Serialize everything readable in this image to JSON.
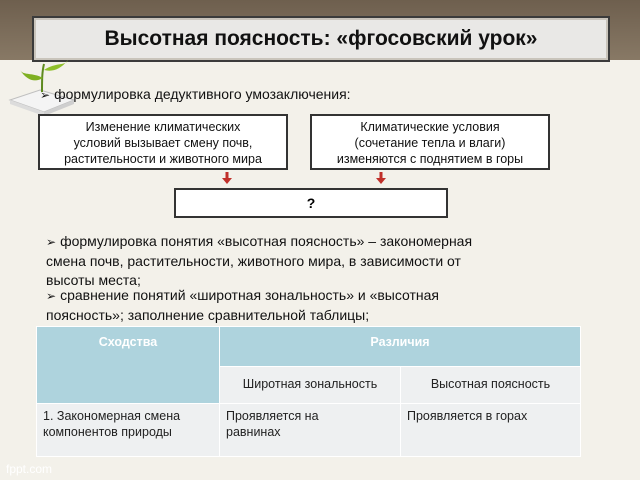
{
  "title": "Высотная поясность: «фгосовский урок»",
  "bullets": {
    "b1": "формулировка дедуктивного  умозаключения:",
    "b2_l1": "формулировка понятия «высотная поясность» – закономерная",
    "b2_l2": "смена почв, растительности, животного мира, в зависимости от",
    "b2_l3": "высоты места;",
    "b3_l1": "сравнение понятий «широтная зональность» и «высотная",
    "b3_l2": "поясность»; заполнение сравнительной таблицы;"
  },
  "boxes": {
    "left_l1": "Изменение климатических",
    "left_l2": "условий вызывает смену почв,",
    "left_l3": "растительности и животного мира",
    "right_l1": "Климатические условия",
    "right_l2": "(сочетание тепла и влаги)",
    "right_l3": "изменяются с поднятием в горы",
    "question": "?"
  },
  "table": {
    "h_similar": "Сходства",
    "h_diff": "Различия",
    "sub_lat": "Широтная зональность",
    "sub_alt": "Высотная поясность",
    "row1_c1_l1": "1. Закономерная смена",
    "row1_c1_l2": "компонентов природы",
    "row1_c2_l1": "Проявляется на",
    "row1_c2_l2": "равнинах",
    "row1_c3": "Проявляется в горах"
  },
  "footer": "fppt.com",
  "colors": {
    "header_blue": "#aed3dd",
    "arrow_red": "#c0302a"
  }
}
